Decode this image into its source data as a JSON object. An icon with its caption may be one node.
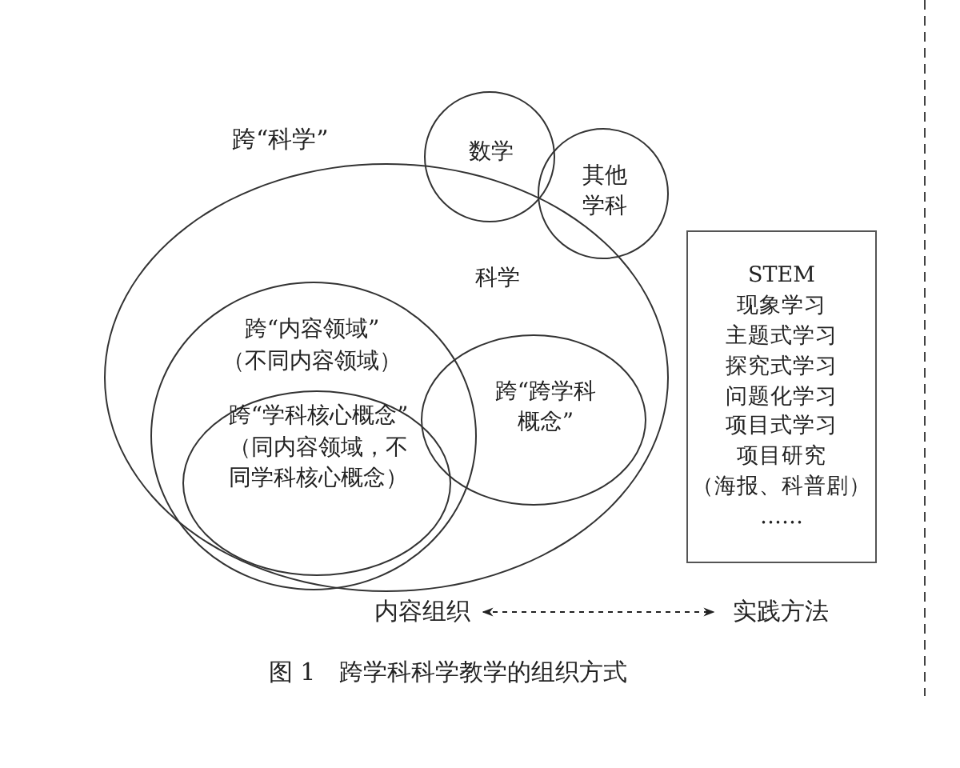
{
  "diagram": {
    "caption": "图 1　跨学科科学教学的组织方式",
    "nodes": [
      {
        "text": [
          "科学"
        ]
      },
      {
        "text": [
          "数学"
        ]
      },
      {
        "text": [
          "其他学科"
        ]
      },
      {
        "text": [
          "跨“内容领域”",
          "（不同内容领域）"
        ],
        "in": 0
      },
      {
        "text": [
          "跨“学科核心概念”",
          "（同内容领域，不同学科核心概念）"
        ],
        "in": 3
      },
      {
        "text": [
          "跨“跨学科概念”"
        ],
        "in": 0
      },
      {
        "text": [
          "STEM",
          "现象学习",
          "主题式学习",
          "探究式学习",
          "问题化学习",
          "项目式学习",
          "项目研究",
          "（海报、科普剧）",
          "……"
        ]
      },
      {
        "text": [
          "内容组织"
        ]
      },
      {
        "text": [
          "实践方法"
        ]
      }
    ],
    "edges": [
      {
        "from": 7,
        "to": 8,
        "arrow": "both"
      }
    ],
    "labels": [
      "跨“科学”"
    ]
  }
}
